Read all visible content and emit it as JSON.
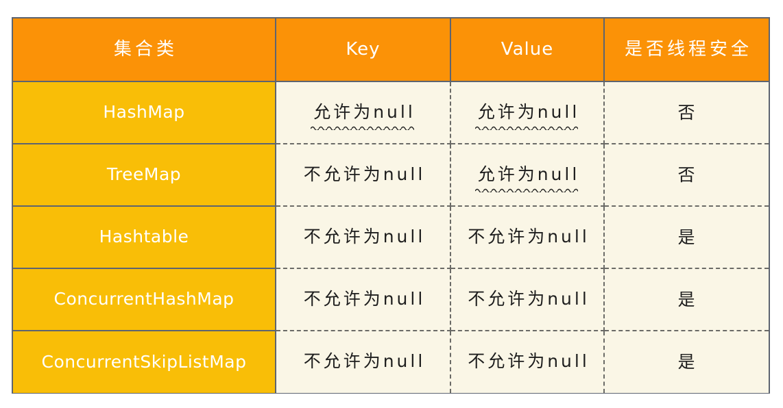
{
  "table": {
    "columns": [
      {
        "key": "name",
        "label": "集合类",
        "type": "cjk"
      },
      {
        "key": "key",
        "label": "Key",
        "type": "latin"
      },
      {
        "key": "value",
        "label": "Value",
        "type": "latin"
      },
      {
        "key": "safe",
        "label": "是否线程安全",
        "type": "cjk"
      }
    ],
    "rows": [
      {
        "name": "HashMap",
        "key": "允许为null",
        "key_emphasis": "wavy-underline",
        "value": "允许为null",
        "value_emphasis": "wavy-underline",
        "safe": "否"
      },
      {
        "name": "TreeMap",
        "key": "不允许为null",
        "key_emphasis": "none",
        "value": "允许为null",
        "value_emphasis": "wavy-underline",
        "safe": "否"
      },
      {
        "name": "Hashtable",
        "key": "不允许为null",
        "key_emphasis": "none",
        "value": "不允许为null",
        "value_emphasis": "none",
        "safe": "是"
      },
      {
        "name": "ConcurrentHashMap",
        "key": "不允许为null",
        "key_emphasis": "none",
        "value": "不允许为null",
        "value_emphasis": "none",
        "safe": "是"
      },
      {
        "name": "ConcurrentSkipListMap",
        "key": "不允许为null",
        "key_emphasis": "none",
        "value": "不允许为null",
        "value_emphasis": "none",
        "safe": "是"
      }
    ]
  },
  "colors": {
    "header_orange": "#fb9207",
    "name_amber": "#f9be07",
    "cell_cream": "#faf6e6",
    "border_gray": "#5d6470",
    "dashed_gray": "#6a6a66",
    "header_text": "#ffffff",
    "body_text": "#1d1d1d",
    "page_background": "#ffffff"
  }
}
